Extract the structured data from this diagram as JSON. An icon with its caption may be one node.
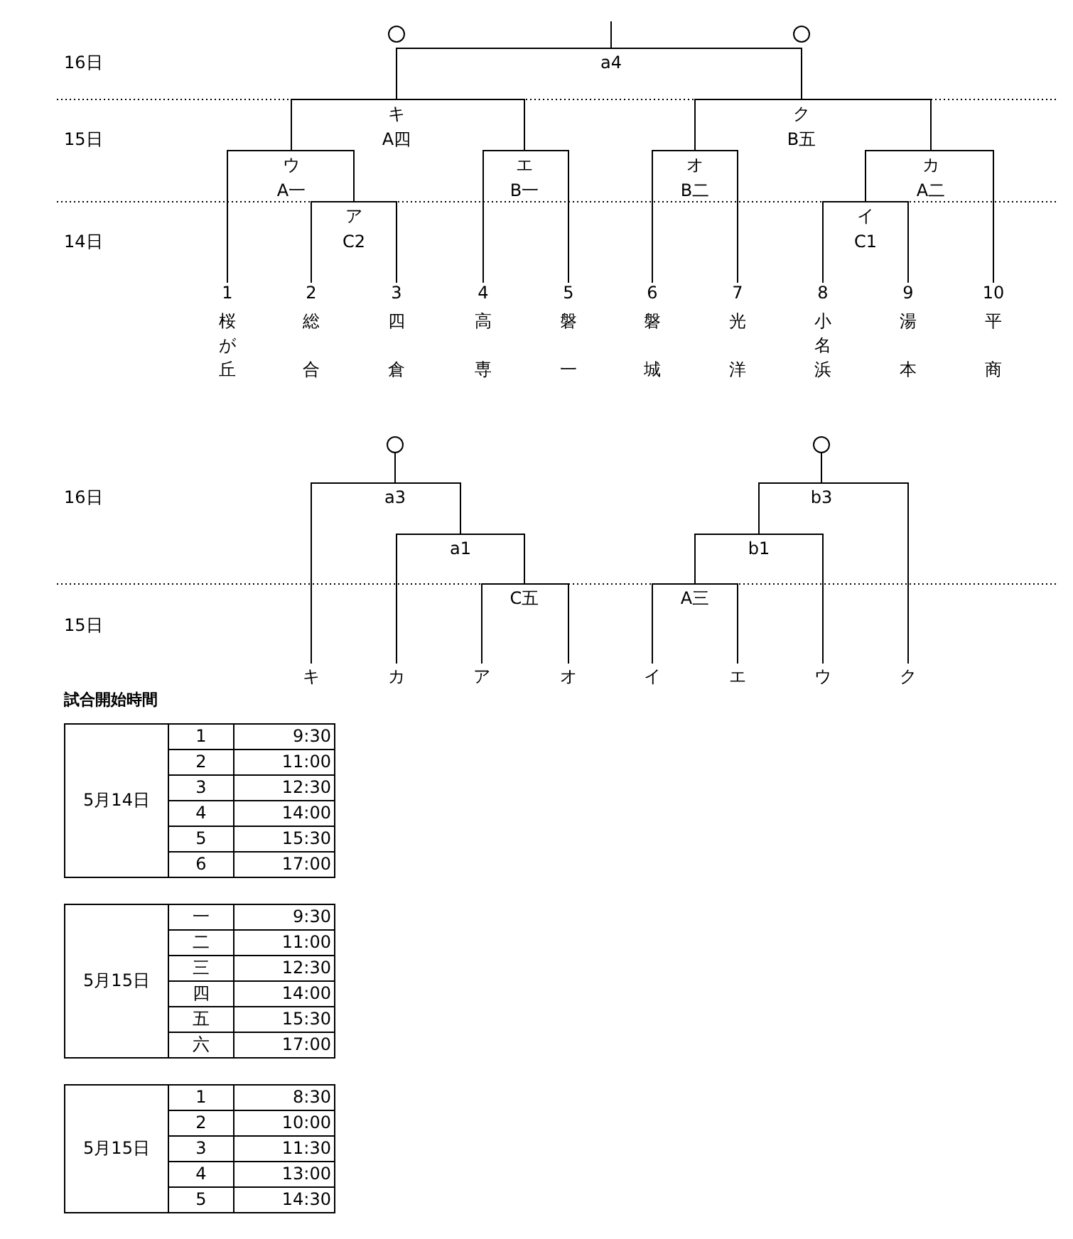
{
  "diagram": {
    "nodes": [
      {
        "text": [],
        "shape": "circle"
      },
      {
        "text": [],
        "shape": "circle"
      },
      {
        "text": [
          "a4"
        ]
      },
      {
        "text": [
          "キ",
          "A四"
        ]
      },
      {
        "text": [
          "ク",
          "B五"
        ]
      },
      {
        "text": [
          "ウ",
          "A一"
        ]
      },
      {
        "text": [
          "エ",
          "B一"
        ]
      },
      {
        "text": [
          "オ",
          "B二"
        ]
      },
      {
        "text": [
          "カ",
          "A二"
        ]
      },
      {
        "text": [
          "ア",
          "C2"
        ]
      },
      {
        "text": [
          "イ",
          "C1"
        ]
      },
      {
        "text": [
          "1",
          "桜が丘"
        ]
      },
      {
        "text": [
          "2",
          "総合"
        ]
      },
      {
        "text": [
          "3",
          "四倉"
        ]
      },
      {
        "text": [
          "4",
          "高専"
        ]
      },
      {
        "text": [
          "5",
          "磐一"
        ]
      },
      {
        "text": [
          "6",
          "磐城"
        ]
      },
      {
        "text": [
          "7",
          "光洋"
        ]
      },
      {
        "text": [
          "8",
          "小名浜"
        ]
      },
      {
        "text": [
          "9",
          "湯本"
        ]
      },
      {
        "text": [
          "10",
          "平商"
        ]
      },
      {
        "text": [],
        "shape": "circle"
      },
      {
        "text": [],
        "shape": "circle"
      },
      {
        "text": [
          "a3"
        ]
      },
      {
        "text": [
          "b3"
        ]
      },
      {
        "text": [
          "a1"
        ]
      },
      {
        "text": [
          "b1"
        ]
      },
      {
        "text": [
          "C五"
        ]
      },
      {
        "text": [
          "A三"
        ]
      },
      {
        "text": [
          "キ"
        ]
      },
      {
        "text": [
          "カ"
        ]
      },
      {
        "text": [
          "ア"
        ]
      },
      {
        "text": [
          "オ"
        ]
      },
      {
        "text": [
          "イ"
        ]
      },
      {
        "text": [
          "エ"
        ]
      },
      {
        "text": [
          "ウ"
        ]
      },
      {
        "text": [
          "ク"
        ]
      }
    ],
    "edges": [
      {
        "from": 11,
        "to": 5,
        "arrow": "none"
      },
      {
        "from": 12,
        "to": 9,
        "arrow": "none"
      },
      {
        "from": 13,
        "to": 9,
        "arrow": "none"
      },
      {
        "from": 9,
        "to": 5,
        "arrow": "none"
      },
      {
        "from": 5,
        "to": 3,
        "arrow": "none"
      },
      {
        "from": 14,
        "to": 6,
        "arrow": "none"
      },
      {
        "from": 15,
        "to": 6,
        "arrow": "none"
      },
      {
        "from": 6,
        "to": 3,
        "arrow": "none"
      },
      {
        "from": 3,
        "to": 2,
        "arrow": "none"
      },
      {
        "from": 16,
        "to": 7,
        "arrow": "none"
      },
      {
        "from": 17,
        "to": 7,
        "arrow": "none"
      },
      {
        "from": 7,
        "to": 4,
        "arrow": "none"
      },
      {
        "from": 18,
        "to": 10,
        "arrow": "none"
      },
      {
        "from": 19,
        "to": 10,
        "arrow": "none"
      },
      {
        "from": 10,
        "to": 8,
        "arrow": "none"
      },
      {
        "from": 20,
        "to": 8,
        "arrow": "none"
      },
      {
        "from": 8,
        "to": 4,
        "arrow": "none"
      },
      {
        "from": 4,
        "to": 2,
        "arrow": "none"
      },
      {
        "from": 2,
        "to": null,
        "arrow": "none"
      },
      {
        "from": 31,
        "to": 27,
        "arrow": "none"
      },
      {
        "from": 32,
        "to": 27,
        "arrow": "none"
      },
      {
        "from": 30,
        "to": 25,
        "arrow": "none"
      },
      {
        "from": 27,
        "to": 25,
        "arrow": "none"
      },
      {
        "from": 29,
        "to": 23,
        "arrow": "none"
      },
      {
        "from": 25,
        "to": 23,
        "arrow": "none"
      },
      {
        "from": 23,
        "to": 21,
        "arrow": "none"
      },
      {
        "from": 33,
        "to": 28,
        "arrow": "none"
      },
      {
        "from": 34,
        "to": 28,
        "arrow": "none"
      },
      {
        "from": 28,
        "to": 26,
        "arrow": "none"
      },
      {
        "from": 35,
        "to": 26,
        "arrow": "none"
      },
      {
        "from": 26,
        "to": 24,
        "arrow": "none"
      },
      {
        "from": 36,
        "to": 24,
        "arrow": "none"
      },
      {
        "from": 24,
        "to": 22,
        "arrow": "none"
      }
    ],
    "labels": [
      "16日",
      "15日",
      "14日",
      "16日",
      "15日",
      "試合開始時間",
      "5月14日",
      "1",
      "9:30",
      "2",
      "11:00",
      "3",
      "12:30",
      "4",
      "14:00",
      "5",
      "15:30",
      "6",
      "17:00",
      "5月15日",
      "一",
      "9:30",
      "二",
      "11:00",
      "三",
      "12:30",
      "四",
      "14:00",
      "五",
      "15:30",
      "六",
      "17:00",
      "5月15日",
      "1",
      "8:30",
      "2",
      "10:00",
      "3",
      "11:30",
      "4",
      "13:00",
      "5",
      "14:30"
    ]
  }
}
